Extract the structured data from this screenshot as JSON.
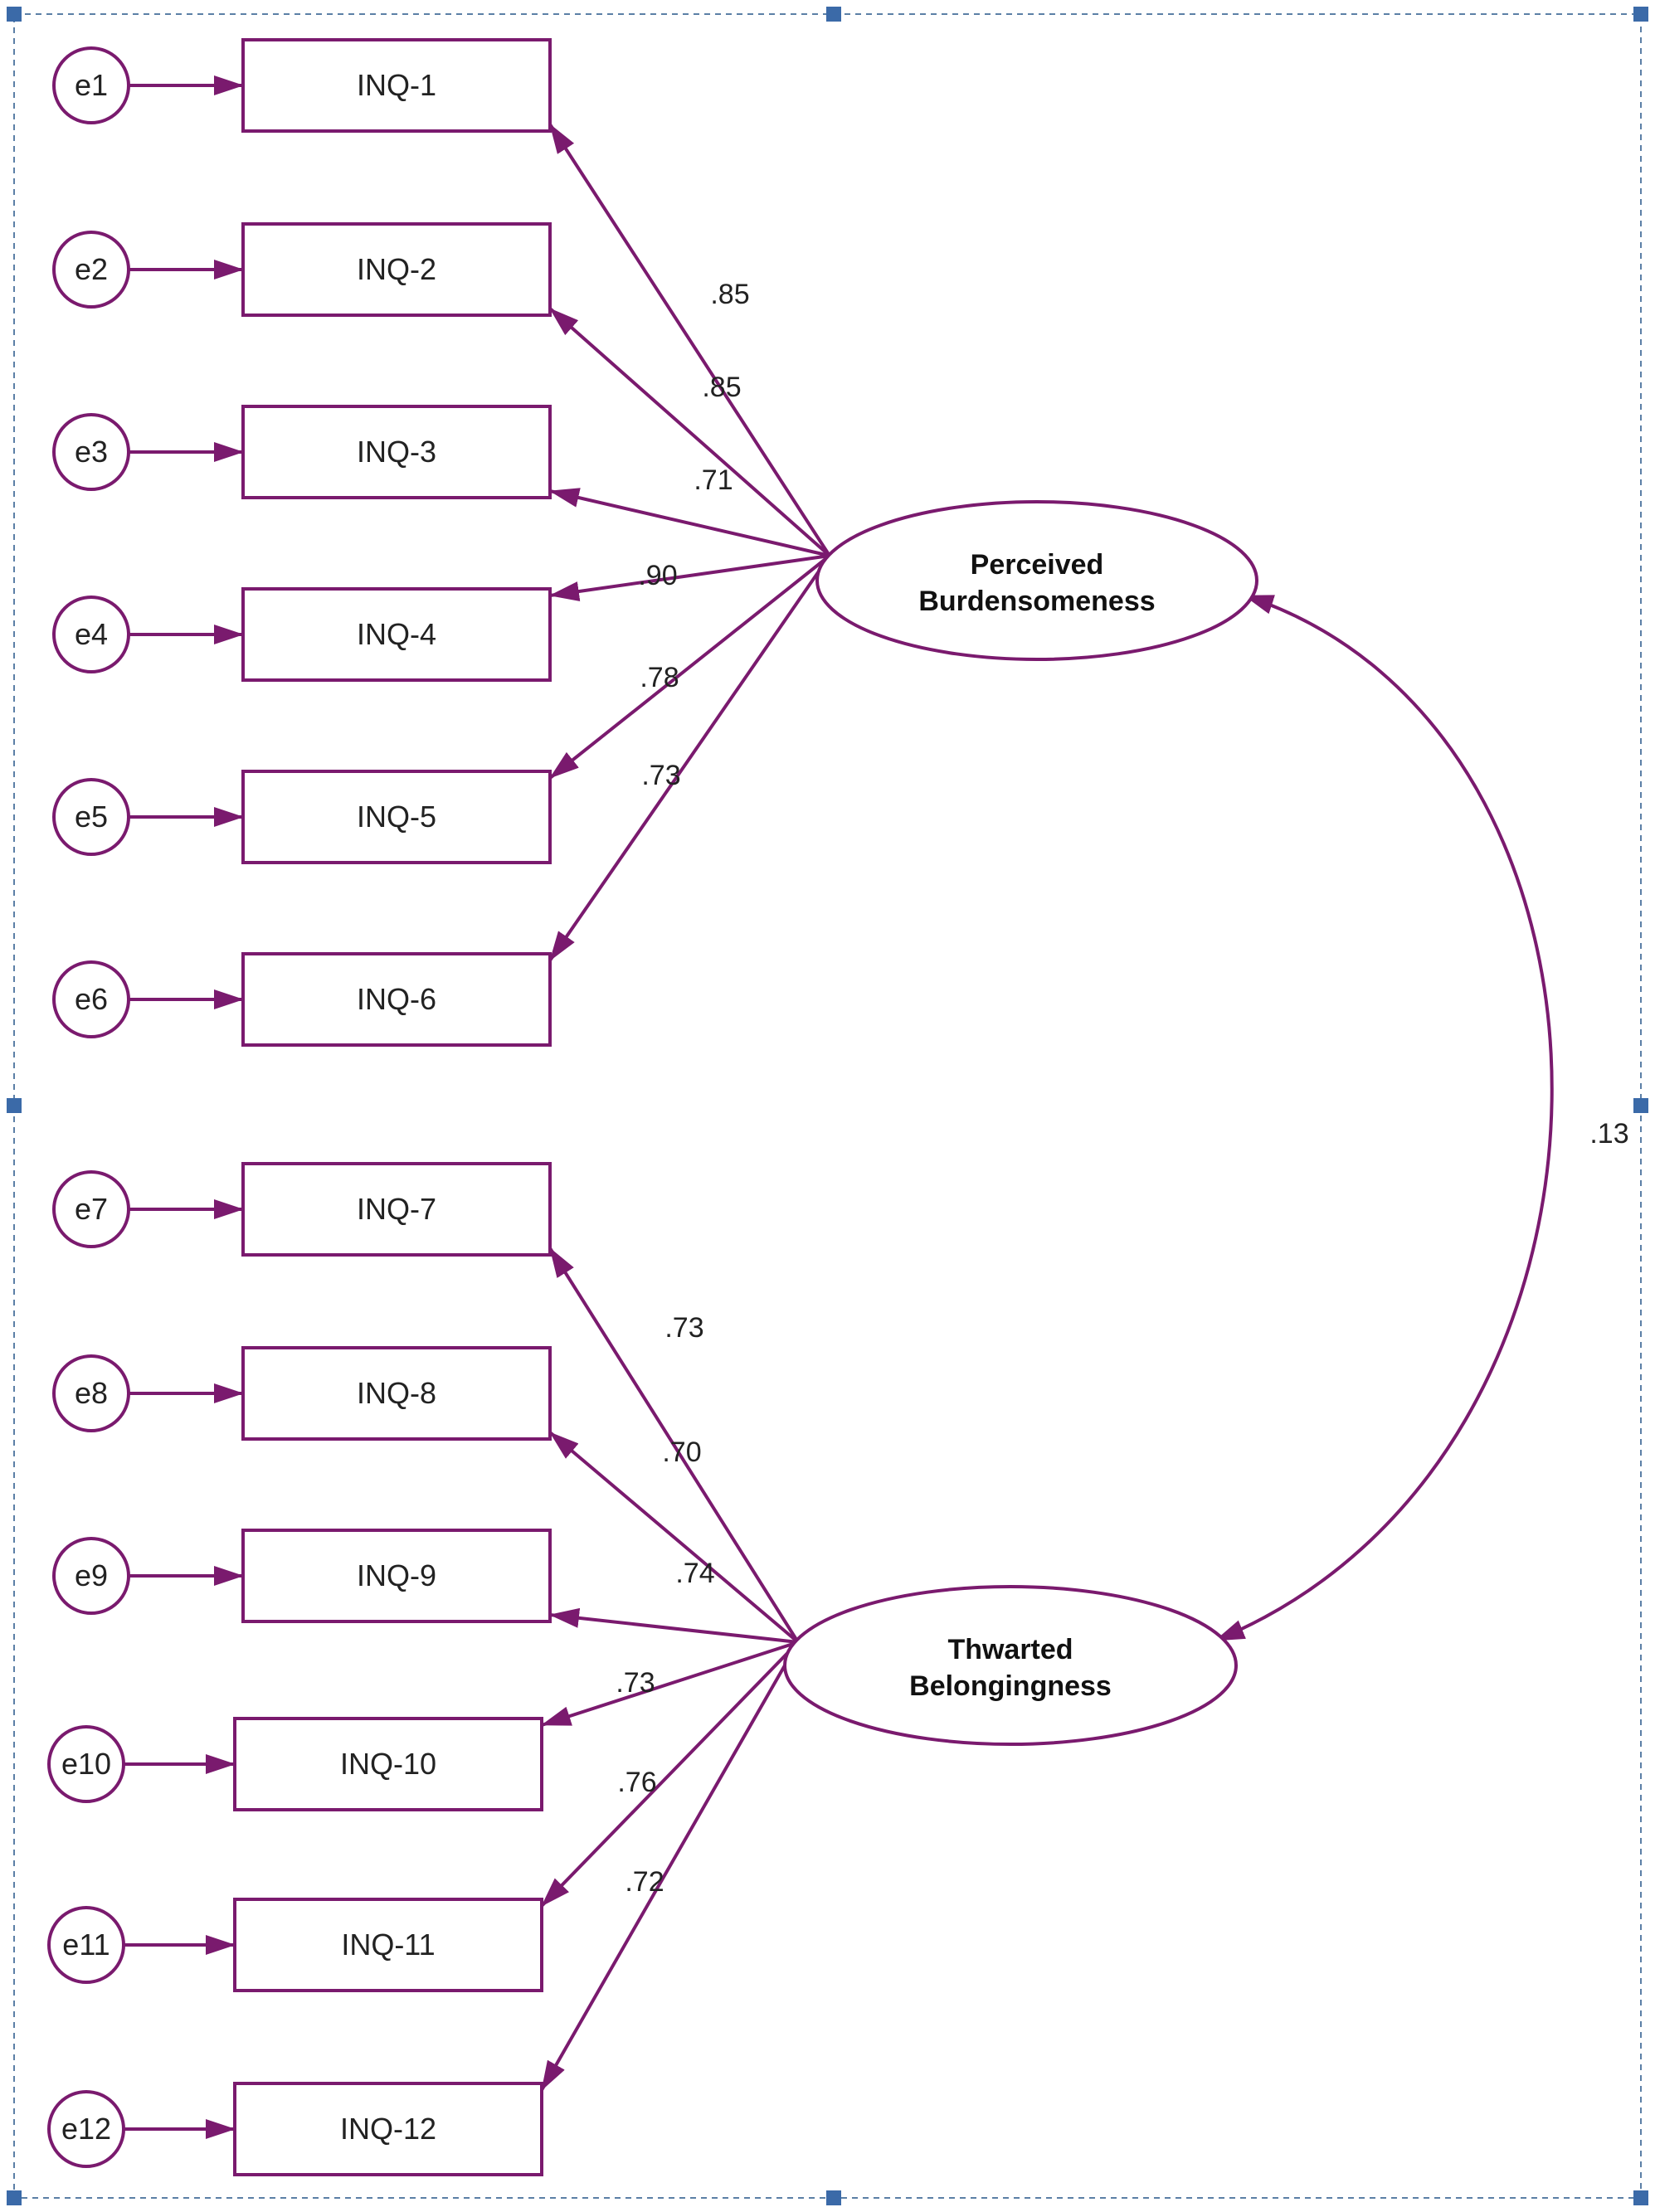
{
  "colors": {
    "accent": "#7a1a6e",
    "selection_frame": "#5b7fa6",
    "handle": "#3b6aa8",
    "text": "#222222"
  },
  "diagram": {
    "latents": [
      {
        "id": "pb",
        "lines": [
          "Perceived",
          "Burdensomeness"
        ]
      },
      {
        "id": "tb",
        "lines": [
          "Thwarted",
          "Belongingness"
        ]
      }
    ],
    "indicators": [
      {
        "label": "INQ-1",
        "error": "e1",
        "factor": "pb",
        "loading": ".85"
      },
      {
        "label": "INQ-2",
        "error": "e2",
        "factor": "pb",
        "loading": ".85"
      },
      {
        "label": "INQ-3",
        "error": "e3",
        "factor": "pb",
        "loading": ".71"
      },
      {
        "label": "INQ-4",
        "error": "e4",
        "factor": "pb",
        "loading": ".90"
      },
      {
        "label": "INQ-5",
        "error": "e5",
        "factor": "pb",
        "loading": ".78"
      },
      {
        "label": "INQ-6",
        "error": "e6",
        "factor": "pb",
        "loading": ".73"
      },
      {
        "label": "INQ-7",
        "error": "e7",
        "factor": "tb",
        "loading": ".73"
      },
      {
        "label": "INQ-8",
        "error": "e8",
        "factor": "tb",
        "loading": ".70"
      },
      {
        "label": "INQ-9",
        "error": "e9",
        "factor": "tb",
        "loading": ".74"
      },
      {
        "label": "INQ-10",
        "error": "e10",
        "factor": "tb",
        "loading": ".73"
      },
      {
        "label": "INQ-11",
        "error": "e11",
        "factor": "tb",
        "loading": ".76"
      },
      {
        "label": "INQ-12",
        "error": "e12",
        "factor": "tb",
        "loading": ".72"
      }
    ],
    "correlation": {
      "from": "pb",
      "to": "tb",
      "value": ".13"
    }
  }
}
